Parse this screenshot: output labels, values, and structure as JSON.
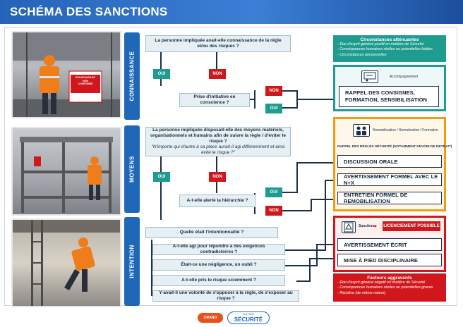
{
  "header": {
    "title": "SCHÉMA DES SANCTIONS"
  },
  "sections": {
    "knowledge": "CONNAISSANCE",
    "means": "MOYENS",
    "intent": "INTENTION"
  },
  "photo1": {
    "sign_line1": "ECHAFAUDAGE",
    "sign_line2": "NON",
    "sign_line3": "CONFORME"
  },
  "questions": {
    "q1": "La personne impliquée avait-elle connaissance de la règle et/ou des risques ?",
    "q2": "Prise d'initiative en conscience ?",
    "q3": "La personne impliquée disposait-elle des moyens matériels, organisationnels et humains afin de suivre la règle / d'éviter le risque ?",
    "q3_note": "\"N'importe qui d'autre à sa place aurait-il agi différemment et ainsi évité le risque ?\"",
    "q4": "A-t-elle alerté la hiérarchie ?",
    "q5": "Quelle était l'intentionnalité ?",
    "q6": "A-t-elle agi pour répondre à des exigences contradictoires ?",
    "q7": "Était-ce une négligence, un oubli ?",
    "q8": "A-t-elle pris le risque sciemment ?",
    "q9": "Y-avait-il une volonté de s'opposer à la règle, de s'exposer au risque ?"
  },
  "answers": {
    "yes": "OUI",
    "no": "NON"
  },
  "mitigating": {
    "title": "Circonstances atténuantes",
    "items": [
      "- État d'esprit général positif en matière de Sécurité",
      "- Conséquences humaines réelles ou potentielles faibles",
      "- Circonstances personnelles"
    ]
  },
  "support": {
    "label": "Accompagnement",
    "action": "RAPPEL DES CONSIGNES, FORMATION, SENSIBILISATION"
  },
  "remobilisation": {
    "label": "Remobilisation / Remotivation / Formation",
    "rule_reminder": "RAPPEL DES RÈGLES SÉCURITÉ (NOTAMMENT DEVOIR DE RETRAIT)",
    "actions": [
      "DISCUSSION ORALE",
      "AVERTISSEMENT FORMEL AVEC LE N+X",
      "ENTRETIEN FORMEL DE REMOBILISATION"
    ]
  },
  "sanction": {
    "label": "Sanction",
    "possible": "LICENCIEMENT POSSIBLE",
    "actions": [
      "AVERTISSEMENT ÉCRIT",
      "MISE À PIED DISCIPLINAIRE"
    ]
  },
  "aggravating": {
    "title": "Facteurs aggravants",
    "items": [
      "- État d'esprit général négatif en matière de Sécurité",
      "- Conséquences humaines réelles ou potentielles graves",
      "- Récidive (de même nature)"
    ]
  },
  "footer": {
    "logo": "ORANO",
    "badge_small": "CULTURE",
    "badge_big": "SÉCURITÉ"
  },
  "colors": {
    "title_blue": "#2563b8",
    "teal": "#1e9c8f",
    "red": "#d1171b",
    "orange": "#f39c12",
    "navy": "#1d2f4a"
  }
}
